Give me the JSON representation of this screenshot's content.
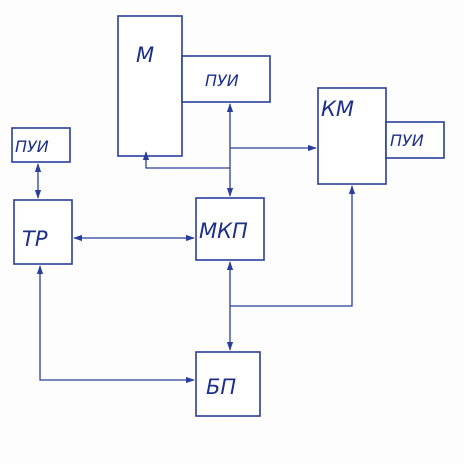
{
  "diagram": {
    "colors": {
      "stroke": "#2a3f9c",
      "text": "#1c2f8a"
    },
    "blocks": {
      "m": "М",
      "pui_m": "ПУИ",
      "km": "КМ",
      "pui_km": "ПУИ",
      "pui_tr": "ПУИ",
      "tr": "ТР",
      "mkp": "МКП",
      "bp": "БП"
    }
  }
}
